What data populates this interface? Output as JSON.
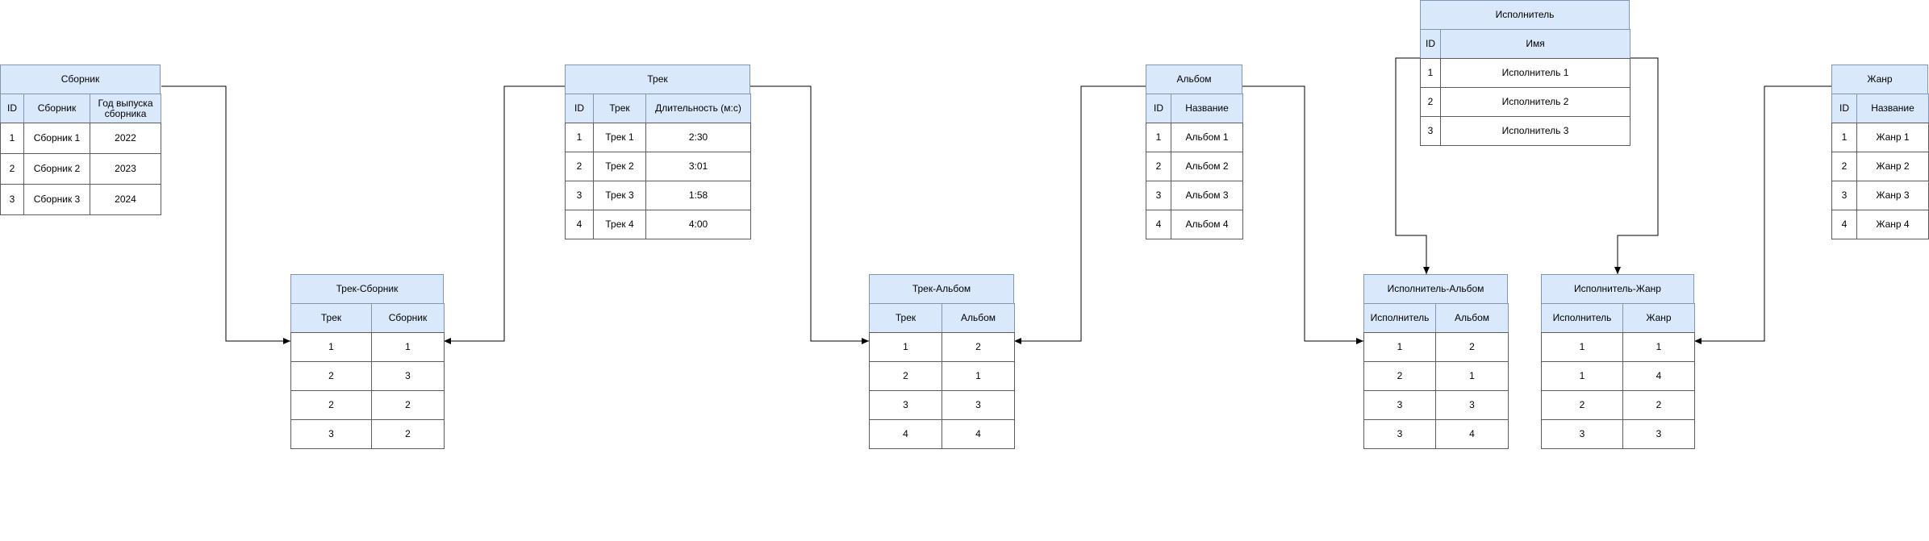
{
  "tables": {
    "sbornik": {
      "title": "Сборник",
      "headers": [
        "ID",
        "Сборник",
        "Год выпуска сборника"
      ],
      "rows": [
        [
          "1",
          "Сборник 1",
          "2022"
        ],
        [
          "2",
          "Сборник 2",
          "2023"
        ],
        [
          "3",
          "Сборник 3",
          "2024"
        ]
      ]
    },
    "trek": {
      "title": "Трек",
      "headers": [
        "ID",
        "Трек",
        "Длительность (м:с)"
      ],
      "rows": [
        [
          "1",
          "Трек 1",
          "2:30"
        ],
        [
          "2",
          "Трек 2",
          "3:01"
        ],
        [
          "3",
          "Трек 3",
          "1:58"
        ],
        [
          "4",
          "Трек 4",
          "4:00"
        ]
      ]
    },
    "trek_sbornik": {
      "title": "Трек-Сборник",
      "headers": [
        "Трек",
        "Сборник"
      ],
      "rows": [
        [
          "1",
          "1"
        ],
        [
          "2",
          "3"
        ],
        [
          "2",
          "2"
        ],
        [
          "3",
          "2"
        ]
      ]
    },
    "trek_albom": {
      "title": "Трек-Альбом",
      "headers": [
        "Трек",
        "Альбом"
      ],
      "rows": [
        [
          "1",
          "2"
        ],
        [
          "2",
          "1"
        ],
        [
          "3",
          "3"
        ],
        [
          "4",
          "4"
        ]
      ]
    },
    "albom": {
      "title": "Альбом",
      "headers": [
        "ID",
        "Название"
      ],
      "rows": [
        [
          "1",
          "Альбом 1"
        ],
        [
          "2",
          "Альбом 2"
        ],
        [
          "3",
          "Альбом 3"
        ],
        [
          "4",
          "Альбом 4"
        ]
      ]
    },
    "ispolnitel": {
      "title": "Исполнитель",
      "headers": [
        "ID",
        "Имя"
      ],
      "rows": [
        [
          "1",
          "Исполнитель 1"
        ],
        [
          "2",
          "Исполнитель 2"
        ],
        [
          "3",
          "Исполнитель 3"
        ]
      ]
    },
    "ispolnitel_albom": {
      "title": "Исполнитель-Альбом",
      "headers": [
        "Исполнитель",
        "Альбом"
      ],
      "rows": [
        [
          "1",
          "2"
        ],
        [
          "2",
          "1"
        ],
        [
          "3",
          "3"
        ],
        [
          "3",
          "4"
        ]
      ]
    },
    "ispolnitel_zhanr": {
      "title": "Исполнитель-Жанр",
      "headers": [
        "Исполнитель",
        "Жанр"
      ],
      "rows": [
        [
          "1",
          "1"
        ],
        [
          "1",
          "4"
        ],
        [
          "2",
          "2"
        ],
        [
          "3",
          "3"
        ]
      ]
    },
    "zhanr": {
      "title": "Жанр",
      "headers": [
        "ID",
        "Название"
      ],
      "rows": [
        [
          "1",
          "Жанр 1"
        ],
        [
          "2",
          "Жанр 2"
        ],
        [
          "3",
          "Жанр 3"
        ],
        [
          "4",
          "Жанр 4"
        ]
      ]
    }
  },
  "colors": {
    "header_fill": "#dae8fc",
    "header_stroke": "#7f97b5",
    "line": "#000000"
  }
}
